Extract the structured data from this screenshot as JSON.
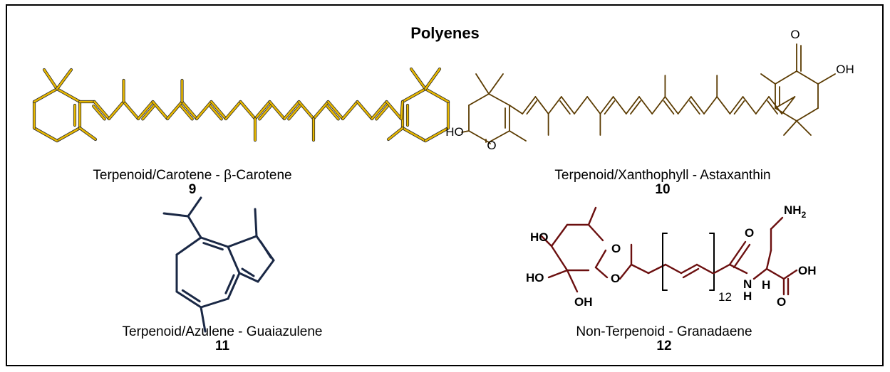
{
  "title": "Polyenes",
  "colors": {
    "carotene": "#e8b800",
    "carotene_outline": "#2a2a2a",
    "astaxanthin": "#5a3a00",
    "guaiazulene": "#1a2845",
    "granadaene": "#6b0f0f",
    "text": "#000000"
  },
  "compounds": [
    {
      "caption": "Terpenoid/Carotene - β-Carotene",
      "number": "9"
    },
    {
      "caption": "Terpenoid/Xanthophyll - Astaxanthin",
      "number": "10"
    },
    {
      "caption": "Terpenoid/Azulene - Guaiazulene",
      "number": "11"
    },
    {
      "caption": "Non-Terpenoid - Granadaene",
      "number": "12"
    }
  ],
  "astaxanthin_labels": {
    "o_top": "O",
    "oh_top": "OH",
    "ho_bottom": "HO",
    "o_bottom": "O"
  },
  "granadaene_labels": {
    "nh2": "NH2",
    "ho_1": "HO",
    "ho_2": "HO",
    "oh_sugar": "OH",
    "o_ring": "O",
    "o_glycoside": "O",
    "subscript": "12",
    "o_amide": "O",
    "n_amide": "N",
    "h_amide": "H",
    "h_alpha": "H",
    "oh_acid": "OH",
    "o_acid": "O"
  }
}
